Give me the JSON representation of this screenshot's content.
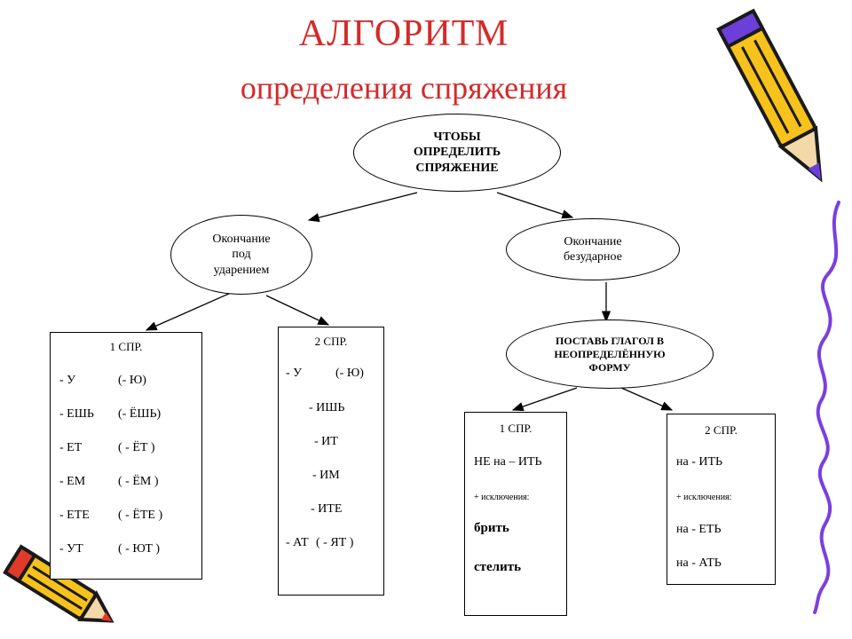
{
  "title": "АЛГОРИТМ",
  "subtitle": "определения спряжения",
  "root": [
    "ЧТОБЫ",
    "ОПРЕДЕЛИТЬ",
    "СПРЯЖЕНИЕ"
  ],
  "stressed": [
    "Окончание",
    "под",
    "ударением"
  ],
  "unstressed": [
    "Окончание",
    "безударное"
  ],
  "infinitive": [
    "ПОСТАВЬ ГЛАГОЛ В",
    "НЕОПРЕДЕЛЁННУЮ",
    "ФОРМУ"
  ],
  "box1": {
    "head": "1 СПР.",
    "rows": [
      {
        "a": "- У",
        "b": "(- Ю)"
      },
      {
        "a": "- ЕШЬ",
        "b": "(- ЁШЬ)"
      },
      {
        "a": "- ЕТ",
        "b": "( - ЁТ )"
      },
      {
        "a": "- ЕМ",
        "b": "( - ЁМ )"
      },
      {
        "a": "- ЕТЕ",
        "b": "( - ЁТЕ )"
      },
      {
        "a": "- УТ",
        "b": "( - ЮТ )"
      }
    ]
  },
  "box2": {
    "head": "2 СПР.",
    "rows": [
      {
        "a": "- У",
        "b": "(- Ю)"
      },
      {
        "a": "- ИШЬ",
        "b": ""
      },
      {
        "a": "- ИТ",
        "b": ""
      },
      {
        "a": "- ИМ",
        "b": ""
      },
      {
        "a": "- ИТЕ",
        "b": ""
      },
      {
        "a": "- АТ",
        "b": "( - ЯТ )"
      }
    ]
  },
  "box3": {
    "head": "1 СПР.",
    "rule": "НЕ на – ИТЬ",
    "exceptions_label": "+ исключения:",
    "exceptions": [
      "брить",
      "стелить"
    ]
  },
  "box4": {
    "head": "2 СПР.",
    "rule1": "на - ИТЬ",
    "exceptions_label": "+ исключения:",
    "rule2": "на - ЕТЬ",
    "rule3": "на - АТЬ"
  },
  "colors": {
    "title": "#d42a2a",
    "pencil_body": "#f6c21b",
    "pencil_outline": "#1a1a1a",
    "squiggle": "#7a3fe0"
  }
}
